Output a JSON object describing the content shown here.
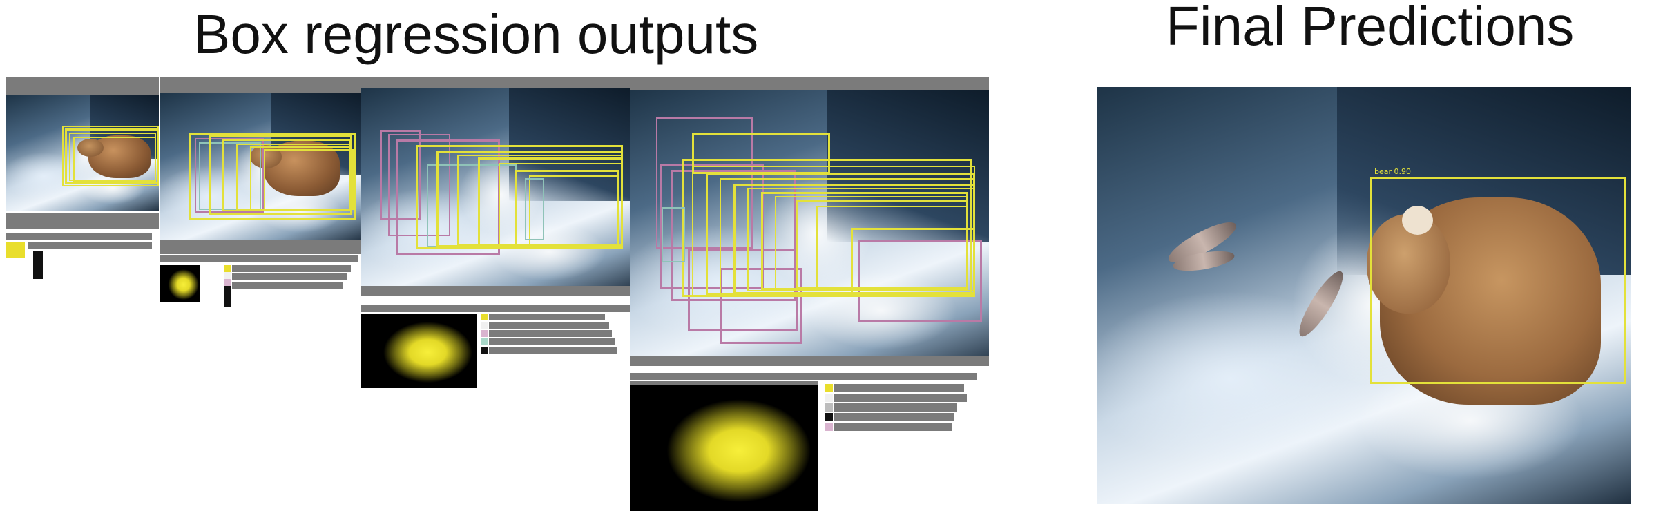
{
  "titles": {
    "left": "Box regression outputs",
    "right": "Final Predictions"
  },
  "colors": {
    "box_yellow": "#e3e13a",
    "box_pink": "#b97aa6",
    "box_cyan": "#8fc3b8",
    "stat_bar": "#7b7b7b"
  },
  "final_prediction": {
    "label": "bear 0.90"
  }
}
